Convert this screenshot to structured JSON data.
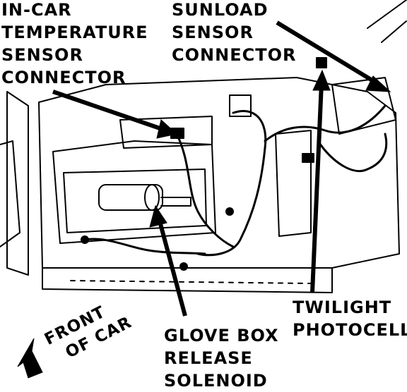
{
  "labels": {
    "in_car": [
      "IN-CAR",
      "TEMPERATURE",
      "SENSOR",
      "CONNECTOR"
    ],
    "sunload": [
      "SUNLOAD",
      "SENSOR",
      "CONNECTOR"
    ],
    "twilight": [
      "TWILIGHT",
      "PHOTOCELL"
    ],
    "glove_box": [
      "GLOVE BOX",
      "RELEASE",
      "SOLENOID"
    ],
    "front_of_car": [
      "FRONT",
      "OF CAR"
    ]
  },
  "colors": {
    "ink": "#000000",
    "paper": "#ffffff"
  }
}
